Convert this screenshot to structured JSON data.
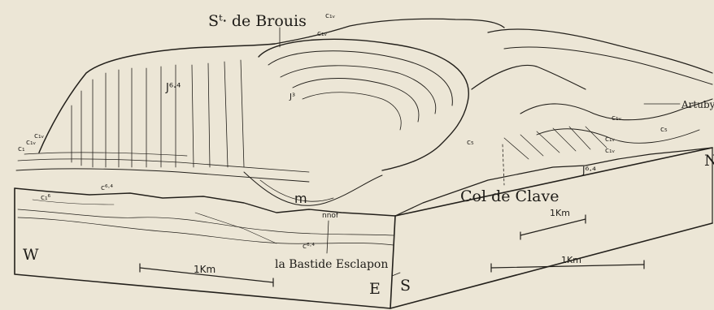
{
  "diagram": {
    "place_names": {
      "summit": "Sᵗ⸱ de Brouis",
      "pass": "Col de Clave",
      "village": "la Bastide Esclapon",
      "river": "Artuby"
    },
    "orientation": {
      "west": "W",
      "east": "E",
      "south": "S",
      "north": "N"
    },
    "scale_bars": {
      "front": "1Km",
      "right_side": "1Km",
      "top": "1Km"
    },
    "formations": {
      "jurassic_main": "J⁶·⁴",
      "jurassic_small": "J³",
      "jurassic_right": "J⁶·⁴",
      "marl": "m",
      "c1_top": "c₁ᵥ",
      "c2_top": "c₁ᵥ",
      "c_left1": "c₁",
      "c_left2": "c₁ᵥ",
      "c_left3": "c₁ᵥ",
      "c_front1": "c₁⁶",
      "c_front2": "c⁶·⁴",
      "c_bottom": "c⁶·⁴",
      "c_mid": "c₅",
      "c_right1": "c₅",
      "c_right2": "c₁ᵥ",
      "c_right3": "c₁ᵥ",
      "c_right4": "c₁ᵥ",
      "nnof": "nnof"
    }
  }
}
